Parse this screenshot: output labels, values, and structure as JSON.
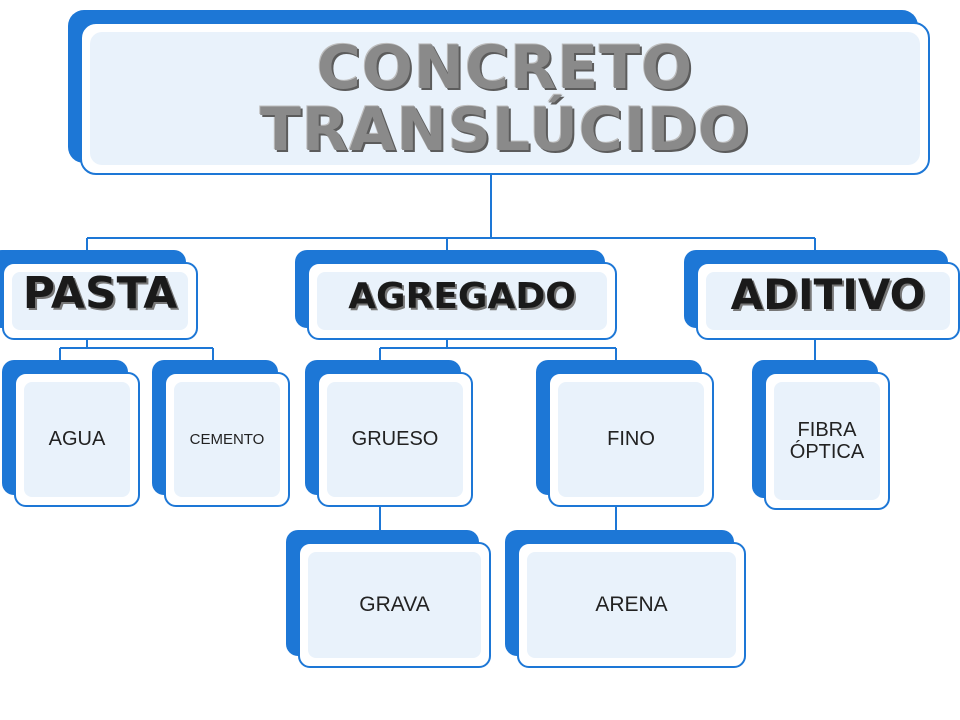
{
  "colors": {
    "accent": "#1d77d6",
    "box_fill": "#e9f2fb",
    "title_text": "#8a8a8a",
    "category_text": "#1a1a1a",
    "item_text": "#222222"
  },
  "diagram": {
    "root": {
      "label_line1": "CONCRETO",
      "label_line2": "TRANSLÚCIDO"
    },
    "categories": [
      {
        "label": "PASTA",
        "children": [
          "AGUA",
          "CEMENTO"
        ]
      },
      {
        "label": "AGREGADO",
        "children": [
          "GRUESO",
          "FINO"
        ]
      },
      {
        "label": "ADITIVO",
        "children": [
          "FIBRA ÓPTICA"
        ]
      }
    ],
    "subitems": {
      "grueso": "GRAVA",
      "fino": "ARENA"
    }
  }
}
